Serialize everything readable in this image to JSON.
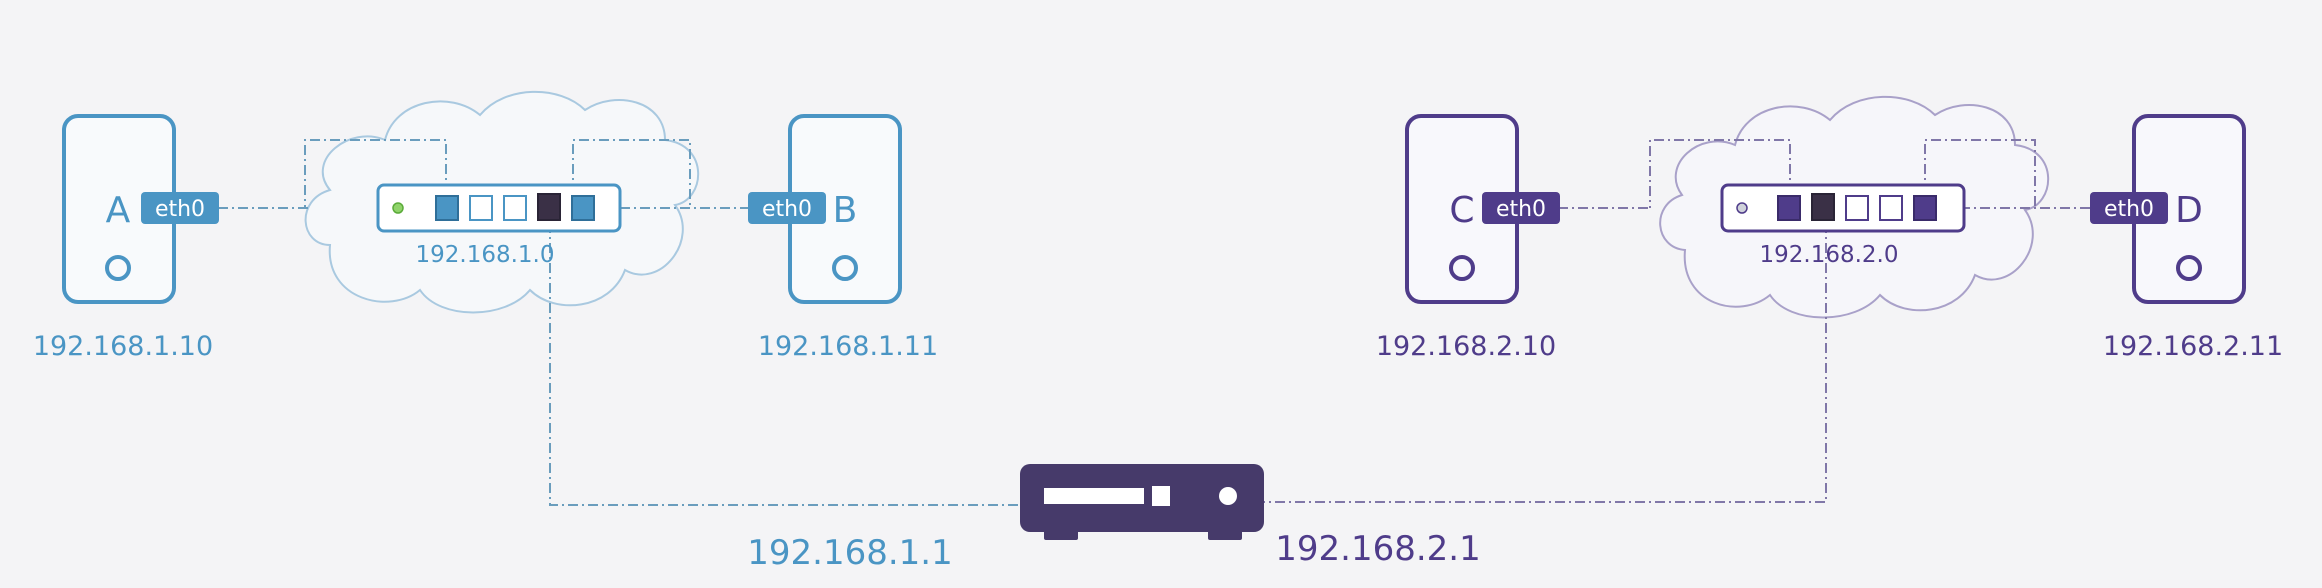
{
  "hosts": [
    {
      "letter": "A",
      "iface": "eth0",
      "ip": "192.168.1.10"
    },
    {
      "letter": "B",
      "iface": "eth0",
      "ip": "192.168.1.11"
    },
    {
      "letter": "C",
      "iface": "eth0",
      "ip": "192.168.2.10"
    },
    {
      "letter": "D",
      "iface": "eth0",
      "ip": "192.168.2.11"
    }
  ],
  "switches": [
    {
      "network": "192.168.1.0"
    },
    {
      "network": "192.168.2.0"
    }
  ],
  "router": {
    "left_ip": "192.168.1.1",
    "right_ip": "192.168.2.1"
  },
  "colors": {
    "network1": "#4a95c4",
    "network2": "#4f3c8a",
    "router": "#463a6a",
    "background": "#f4f4f6"
  },
  "icons": {
    "host": "server-tower-icon",
    "switch": "network-switch-icon",
    "cloud": "cloud-icon",
    "router": "router-icon"
  }
}
